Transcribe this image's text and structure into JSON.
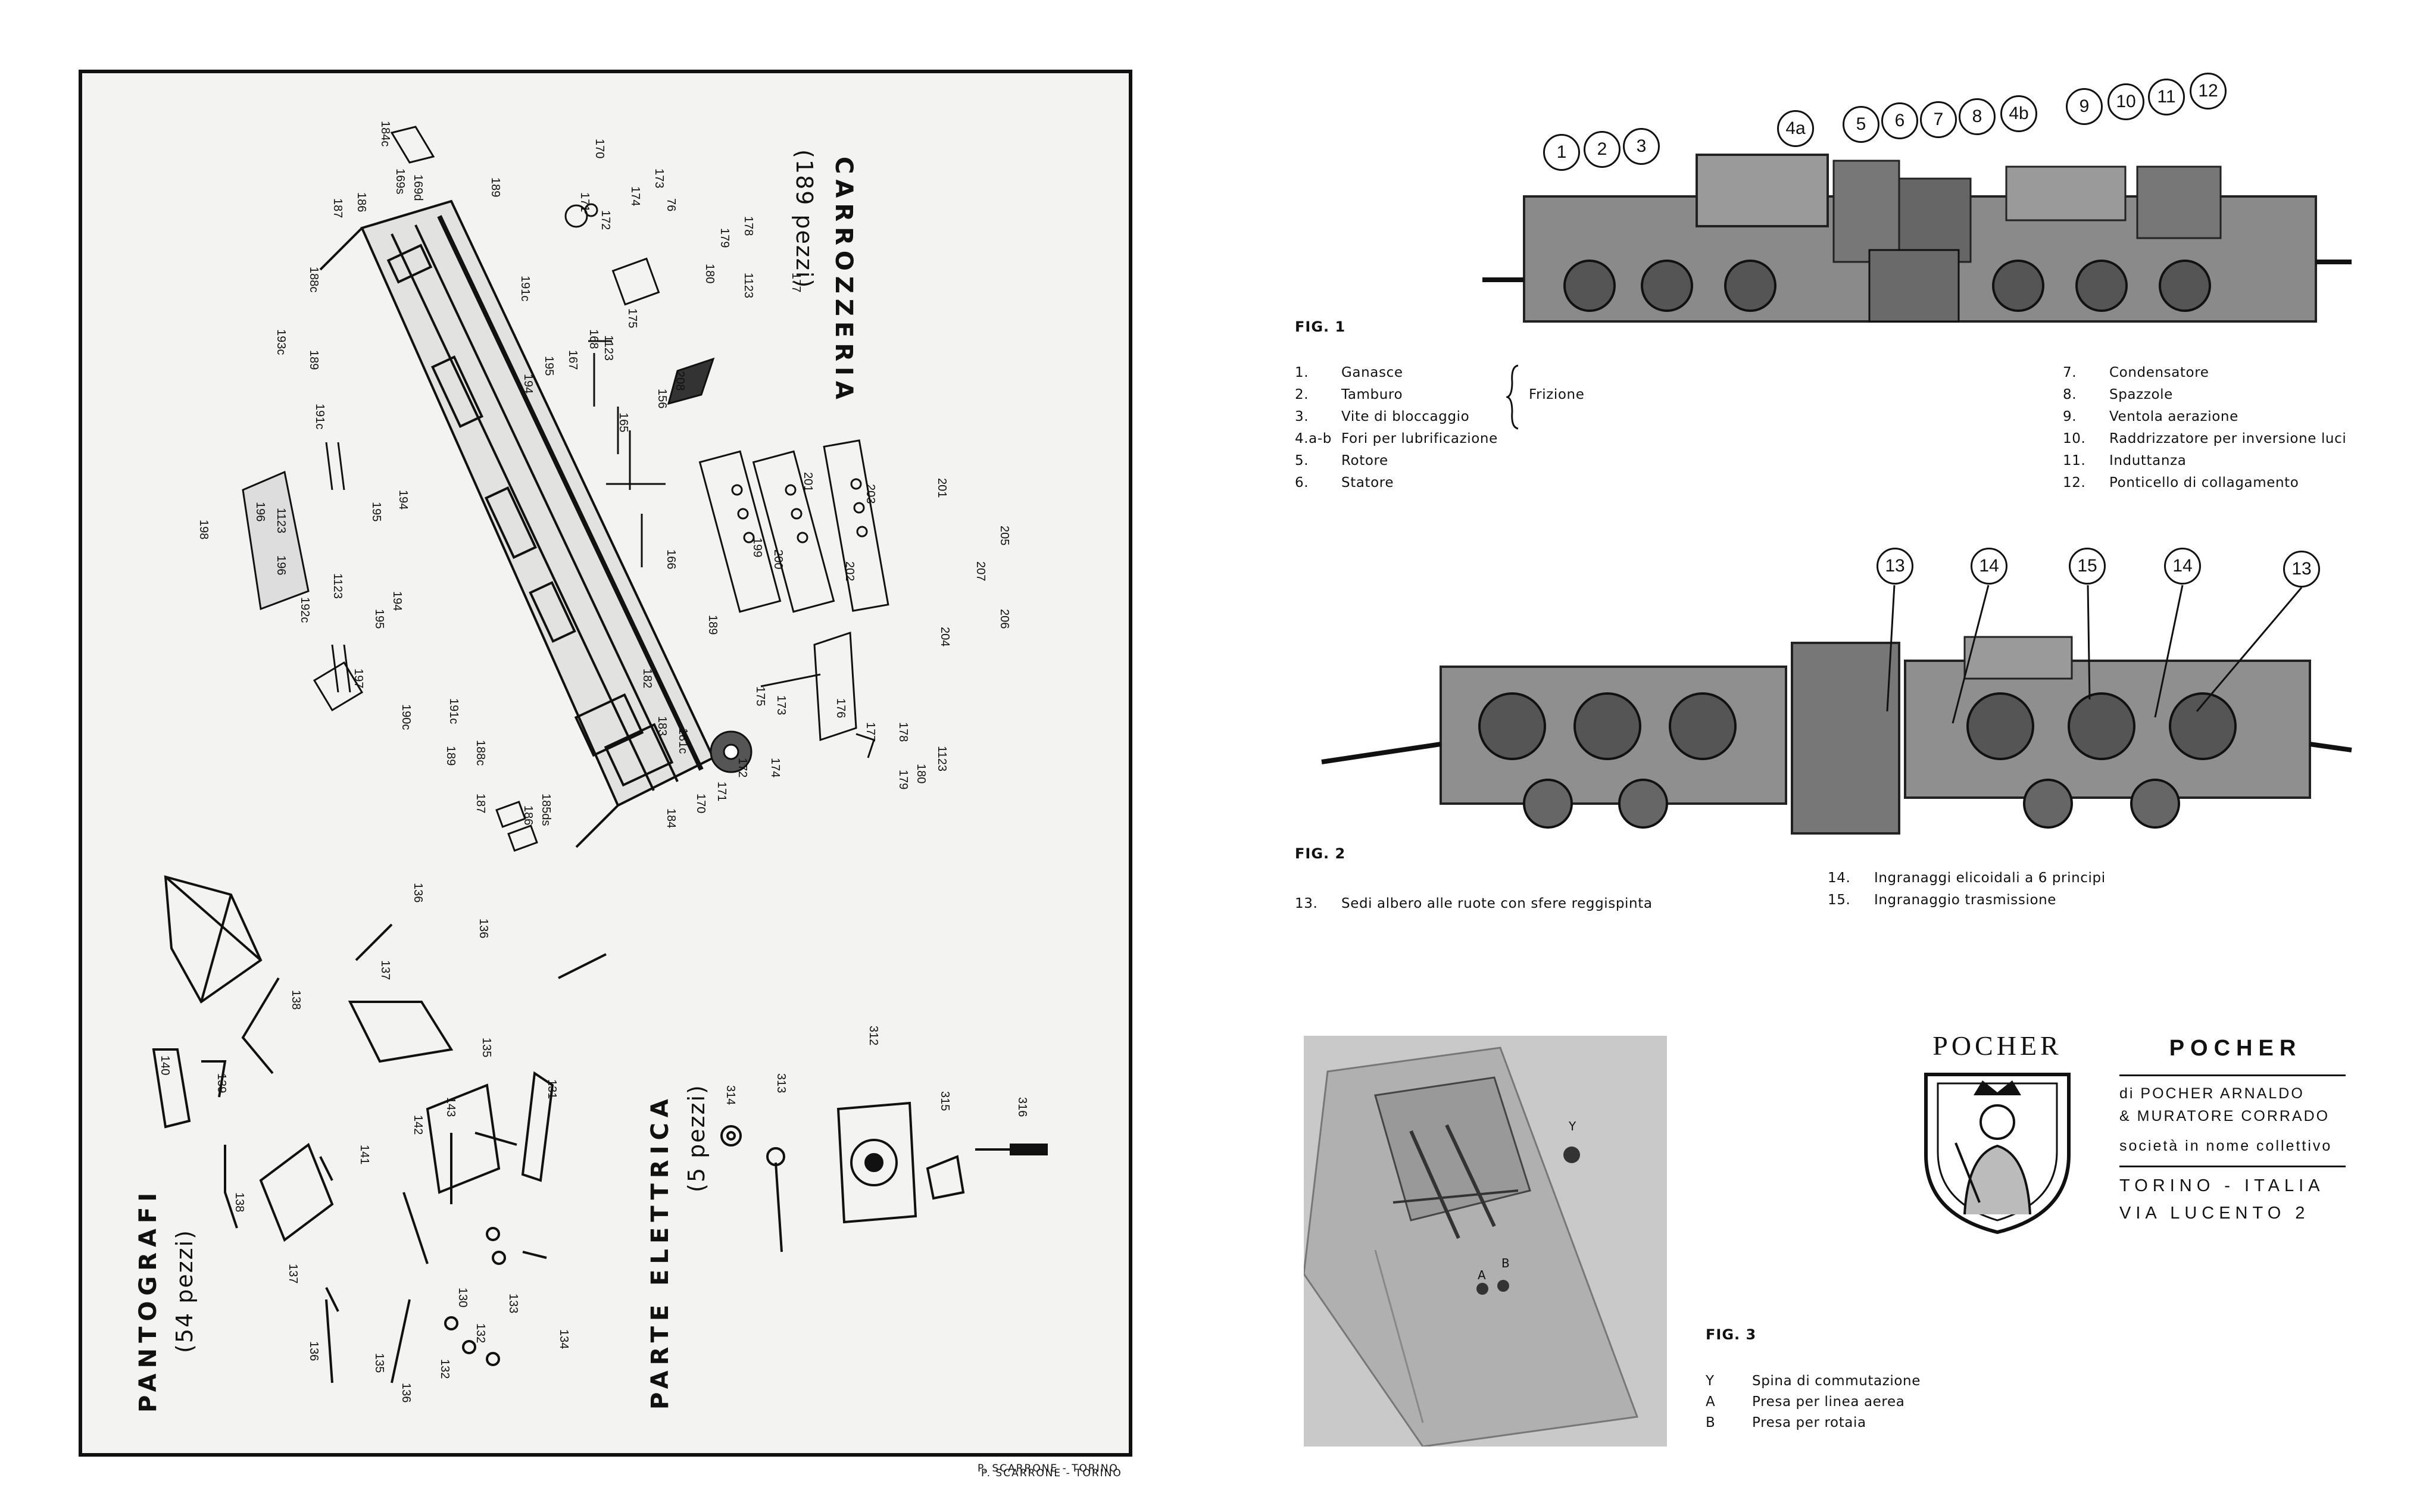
{
  "left_page": {
    "section_carrozzeria": {
      "title": "CARROZZERIA",
      "count": "(189 pezzi)"
    },
    "section_pantografi": {
      "title": "PANTOGRAFI",
      "count": "(54 pezzi)"
    },
    "section_parte_elettrica": {
      "title": "PARTE ELETTRICA",
      "count": "(5 pezzi)"
    },
    "pantograph_part_numbers": [
      "136",
      "136",
      "137",
      "138",
      "135",
      "140",
      "139",
      "141",
      "142",
      "143",
      "131",
      "138",
      "137",
      "130",
      "133",
      "132",
      "134",
      "136",
      "135",
      "136",
      "132"
    ],
    "electric_part_numbers": [
      "314",
      "313",
      "312",
      "315",
      "316"
    ],
    "body_part_numbers": [
      "184c",
      "187",
      "186",
      "169s",
      "169d",
      "189",
      "170",
      "171",
      "172",
      "173",
      "174",
      "76",
      "178",
      "179",
      "180",
      "1123",
      "177",
      "191c",
      "188c",
      "193c",
      "189",
      "194",
      "195",
      "167",
      "168",
      "1123",
      "175",
      "208",
      "191c",
      "196",
      "1123",
      "198",
      "196",
      "195",
      "194",
      "156",
      "165",
      "166",
      "189",
      "201",
      "203",
      "201",
      "205",
      "207",
      "199",
      "200",
      "202",
      "204",
      "206",
      "182",
      "183",
      "181c",
      "175",
      "173",
      "176",
      "177",
      "178",
      "1123",
      "180",
      "179",
      "172",
      "171",
      "170",
      "174",
      "184",
      "185ds",
      "186",
      "187",
      "188c",
      "189",
      "190c",
      "191c",
      "197",
      "192c",
      "1123",
      "195",
      "194"
    ],
    "printer": "P. SCARRONE - TORINO"
  },
  "fig1": {
    "label": "FIG. 1",
    "callouts": [
      "1",
      "2",
      "3",
      "4a",
      "5",
      "6",
      "7",
      "8",
      "4b",
      "9",
      "10",
      "11",
      "12"
    ],
    "legend_left": [
      {
        "num": "1.",
        "text": "Ganasce"
      },
      {
        "num": "2.",
        "text": "Tamburo"
      },
      {
        "num": "3.",
        "text": "Vite di bloccaggio"
      },
      {
        "num": "4.a-b",
        "text": "Fori per lubrificazione"
      },
      {
        "num": "5.",
        "text": "Rotore"
      },
      {
        "num": "6.",
        "text": "Statore"
      }
    ],
    "brace_label": "Frizione",
    "legend_right": [
      {
        "num": "7.",
        "text": "Condensatore"
      },
      {
        "num": "8.",
        "text": "Spazzole"
      },
      {
        "num": "9.",
        "text": "Ventola aerazione"
      },
      {
        "num": "10.",
        "text": "Raddrizzatore per inversione luci"
      },
      {
        "num": "11.",
        "text": "Induttanza"
      },
      {
        "num": "12.",
        "text": "Ponticello di collagamento"
      }
    ]
  },
  "fig2": {
    "label": "FIG. 2",
    "callouts": [
      "13",
      "14",
      "15",
      "14",
      "13"
    ],
    "legend_left": [
      {
        "num": "13.",
        "text": "Sedi albero alle ruote con sfere reggispinta"
      }
    ],
    "legend_right": [
      {
        "num": "14.",
        "text": "Ingranaggi elicoidali a 6 principi"
      },
      {
        "num": "15.",
        "text": "Ingranaggio trasmissione"
      }
    ]
  },
  "fig3": {
    "label": "FIG. 3",
    "photo_letters": [
      "Y",
      "A",
      "B"
    ],
    "legend": [
      {
        "num": "Y",
        "text": "Spina di commutazione"
      },
      {
        "num": "A",
        "text": "Presa per linea aerea"
      },
      {
        "num": "B",
        "text": "Presa per rotaia"
      }
    ]
  },
  "brand": {
    "logo_text": "POCHER",
    "title": "POCHER",
    "lines": [
      "di POCHER ARNALDO",
      "& MURATORE CORRADO",
      "società in nome collettivo"
    ],
    "address": [
      "TORINO - ITALIA",
      "VIA LUCENTO 2"
    ]
  },
  "colors": {
    "ink": "#111111",
    "page": "#ffffff",
    "paper": "#f3f3f1",
    "photo": "#c9c9c9",
    "metal": "#7a7a7a"
  }
}
